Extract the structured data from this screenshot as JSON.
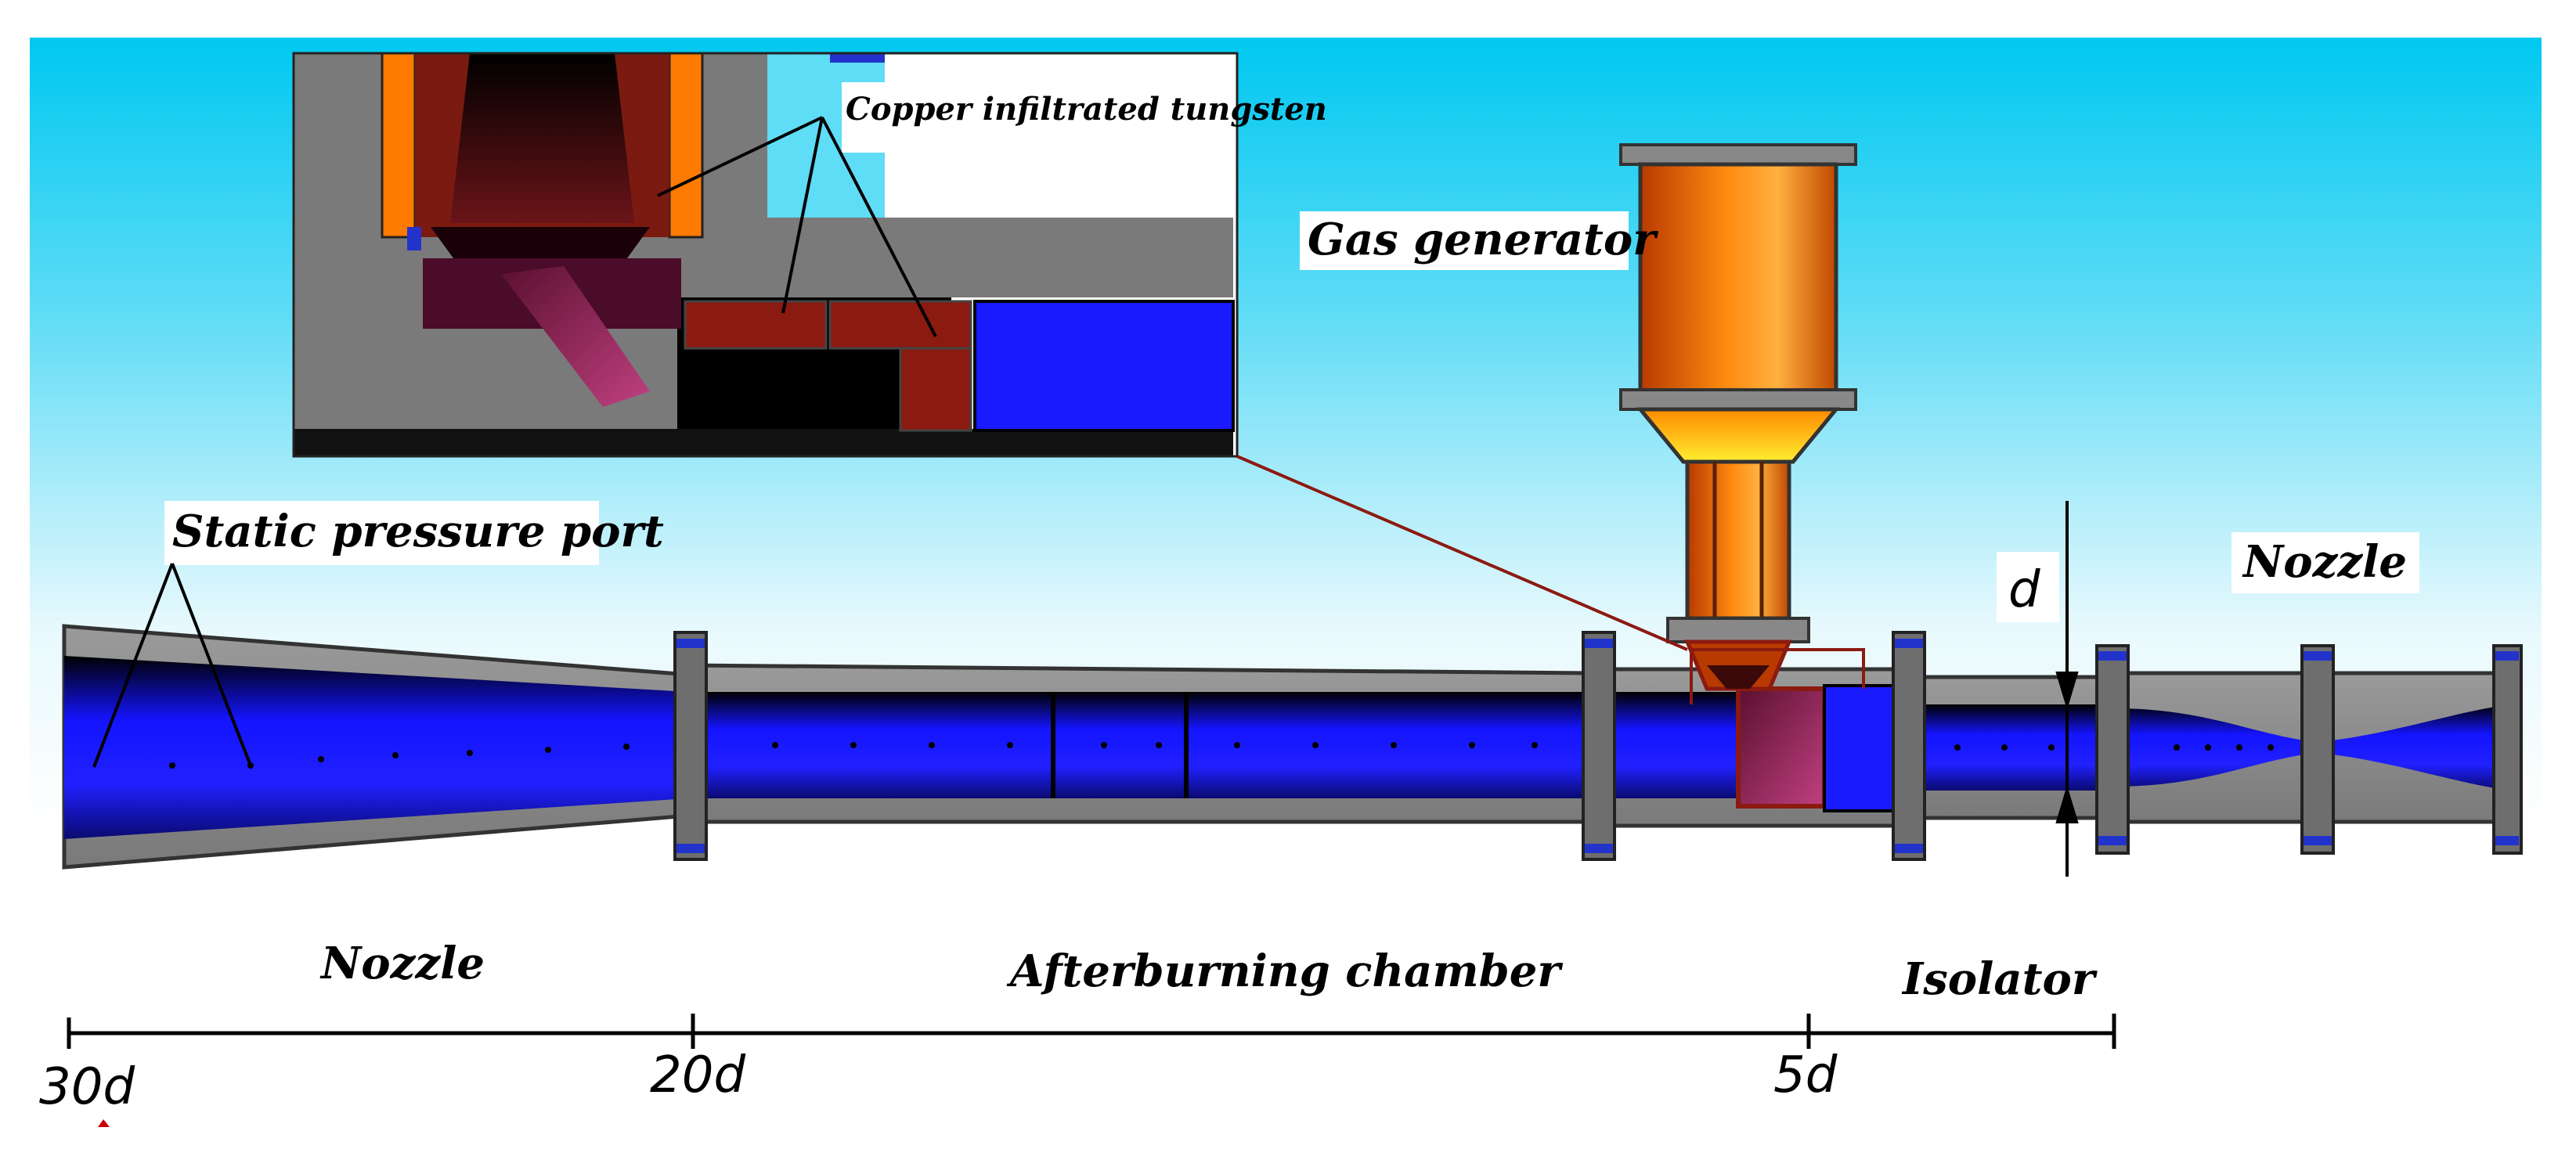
{
  "labels": {
    "copper": "Copper infiltrated tungsten",
    "gas_generator": "Gas generator",
    "static_port": "Static pressure port",
    "diameter": "d",
    "nozzle_right": "Nozzle",
    "nozzle_left": "Nozzle",
    "afterburning": "Afterburning chamber",
    "isolator": "Isolator"
  },
  "scale": {
    "ticks": [
      "30d",
      "20d",
      "5d"
    ]
  },
  "colors": {
    "sky_top": "#00c8f0",
    "sky_bottom": "#ffffff",
    "metal": "#8a8a8a",
    "bore": "#1a1aff",
    "copper_tungsten": "#8b1a10",
    "gas_orange": "#ff7a00",
    "flange_blue": "#2233cc"
  }
}
